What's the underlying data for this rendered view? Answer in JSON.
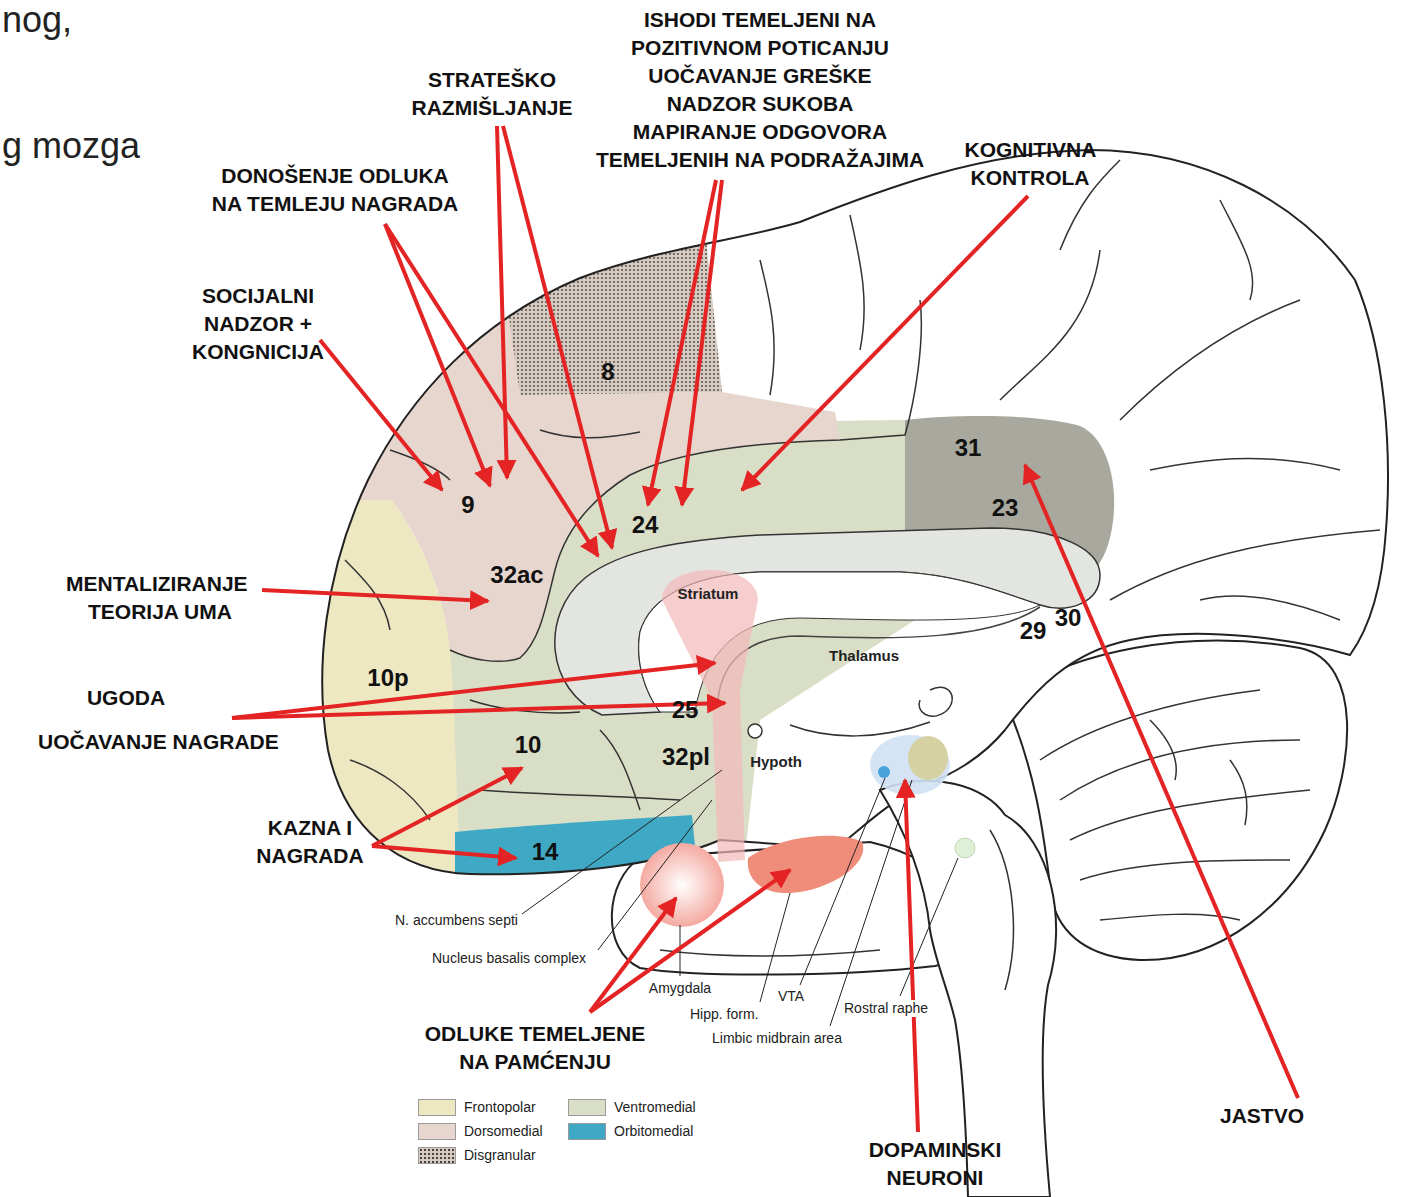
{
  "diagram": {
    "labels": [
      "nog,",
      "g mozga",
      "STRATEŠKO RAZMIŠLJANJE",
      "ISHODI TEMELJENI NA POZITIVNOM POTICANJU",
      "UOČAVANJE GREŠKE",
      "NADZOR SUKOBA",
      "MAPIRANJE ODGOVORA TEMELJENIH NA PODRAŽAJIMA",
      "KOGNITIVNA KONTROLA",
      "DONOŠENJE ODLUKA NA TEMLEJU NAGRADA",
      "SOCIJALNI NADZOR + KONGNICIJA",
      "MENTALIZIRANJE",
      "TEORIJA UMA",
      "UGODA",
      "UOČAVANJE NAGRADE",
      "KAZNA I NAGRADA",
      "ODLUKE TEMELJENE NA PAMĆENJU",
      "DOPAMINSKI NEURONI",
      "JASTVO",
      "8",
      "9",
      "32ac",
      "24",
      "31",
      "23",
      "10p",
      "25",
      "10",
      "32pl",
      "14",
      "29",
      "30",
      "Striatum",
      "Thalamus",
      "Hypoth",
      "N. accumbens septi",
      "Nucleus basalis complex",
      "Amygdala",
      "Hipp. form.",
      "VTA",
      "Rostral raphe",
      "Limbic midbrain area"
    ],
    "legend": [
      {
        "text": "Frontopolar",
        "color": "#ede8c2"
      },
      {
        "text": "Ventromedial",
        "color": "#d9dec6"
      },
      {
        "text": "Dorsomedial",
        "color": "#e6d6ce"
      },
      {
        "text": "Orbitomedial",
        "color": "#3fa9c5"
      },
      {
        "text": "Disgranular"
      }
    ]
  }
}
